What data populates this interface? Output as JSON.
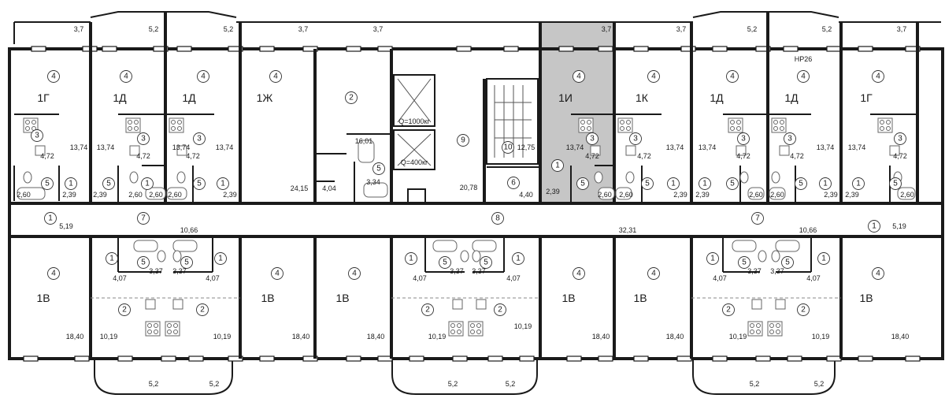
{
  "shading": {
    "highlight": "#c6c6c6"
  },
  "top_balcony_dims": [
    "3,7",
    "5,2",
    "5,2",
    "3,7",
    "3,7",
    "3,7",
    "3,7",
    "5,2",
    "5,2",
    "3,7"
  ],
  "bottom_balcony_dims": [
    "5,2",
    "5,2",
    "5,2",
    "5,2",
    "5,2",
    "5,2"
  ],
  "elevators": {
    "large": "Q=1000кг",
    "small": "Q=400кг"
  },
  "mark": "HP26",
  "apartment_codes": {
    "top": [
      "1Г",
      "1Д",
      "1Д",
      "1Ж",
      "1И",
      "1К",
      "1Д",
      "1Д",
      "1Г"
    ],
    "bottom": [
      "1В",
      "1В",
      "1В",
      "1В",
      "1В",
      "1В"
    ]
  },
  "room_numbers": [
    "1",
    "2",
    "3",
    "4",
    "5",
    "6",
    "7",
    "8",
    "9",
    "10"
  ],
  "areas": {
    "living_top": "13,74",
    "kitchen_top": "4,72",
    "bath_top": "2,60",
    "hall_top": "2,39",
    "living_bottom": "18,40",
    "kitchen_bottom": "10,19",
    "bath_bottom": "3,37",
    "hall_bottom": "4,07",
    "zh_room": "16,01",
    "zh_living": "24,15",
    "zh_hall": "4,04",
    "zh_bath": "3,34",
    "stair_hall": "20,78",
    "stair": "12,75",
    "room6": "4,40",
    "corridor_left": "10,66",
    "corridor_center": "32,31",
    "corridor_right": "10,66",
    "vestibule": "5,19"
  }
}
